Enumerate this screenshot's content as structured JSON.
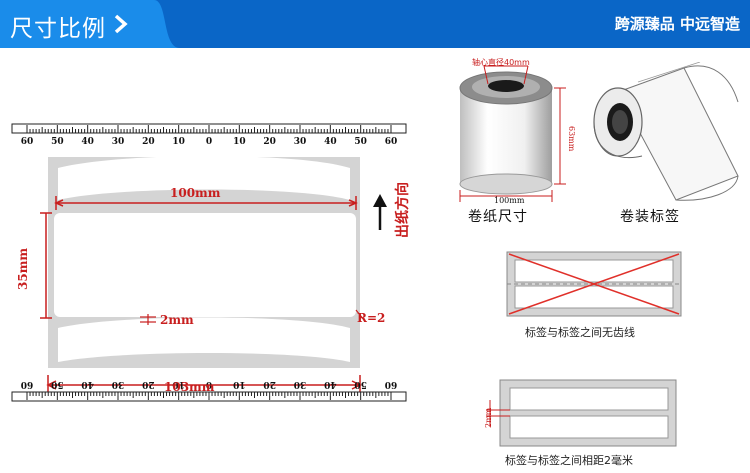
{
  "header": {
    "title": "尺寸比例",
    "arrow_icon": "chevron-right-icon",
    "tagline": "跨源臻品  中远智造"
  },
  "ruler_top": {
    "labels": [
      "60",
      "50",
      "40",
      "30",
      "20",
      "10",
      "0",
      "10",
      "20",
      "30",
      "40",
      "50",
      "60"
    ]
  },
  "ruler_bottom": {
    "labels": [
      "60",
      "50",
      "40",
      "30",
      "20",
      "10",
      "0",
      "10",
      "20",
      "30",
      "40",
      "50",
      "60"
    ]
  },
  "label_diagram": {
    "width_label": "100mm",
    "height_label": "35mm",
    "gap_label": "2mm",
    "radius_label": "R=2",
    "outer_width_label": "103mm",
    "direction_label": "出纸方向"
  },
  "roll_diagram": {
    "core_label": "轴心直径40mm",
    "height_label": "63mm",
    "width_label": "100mm",
    "caption": "卷纸尺寸"
  },
  "roll_3d": {
    "caption": "卷装标签"
  },
  "no_gap_diagram": {
    "caption": "标签与标签之间无齿线"
  },
  "gap_diagram": {
    "gap_label": "2mm",
    "caption": "标签与标签之间相距2毫米"
  },
  "colors": {
    "header_bg": "#0a66c7",
    "header_tab": "#1a8cea",
    "dimension_red": "#c81e1e",
    "label_gray": "#d4d4d4",
    "cross_red": "#e0302a"
  }
}
